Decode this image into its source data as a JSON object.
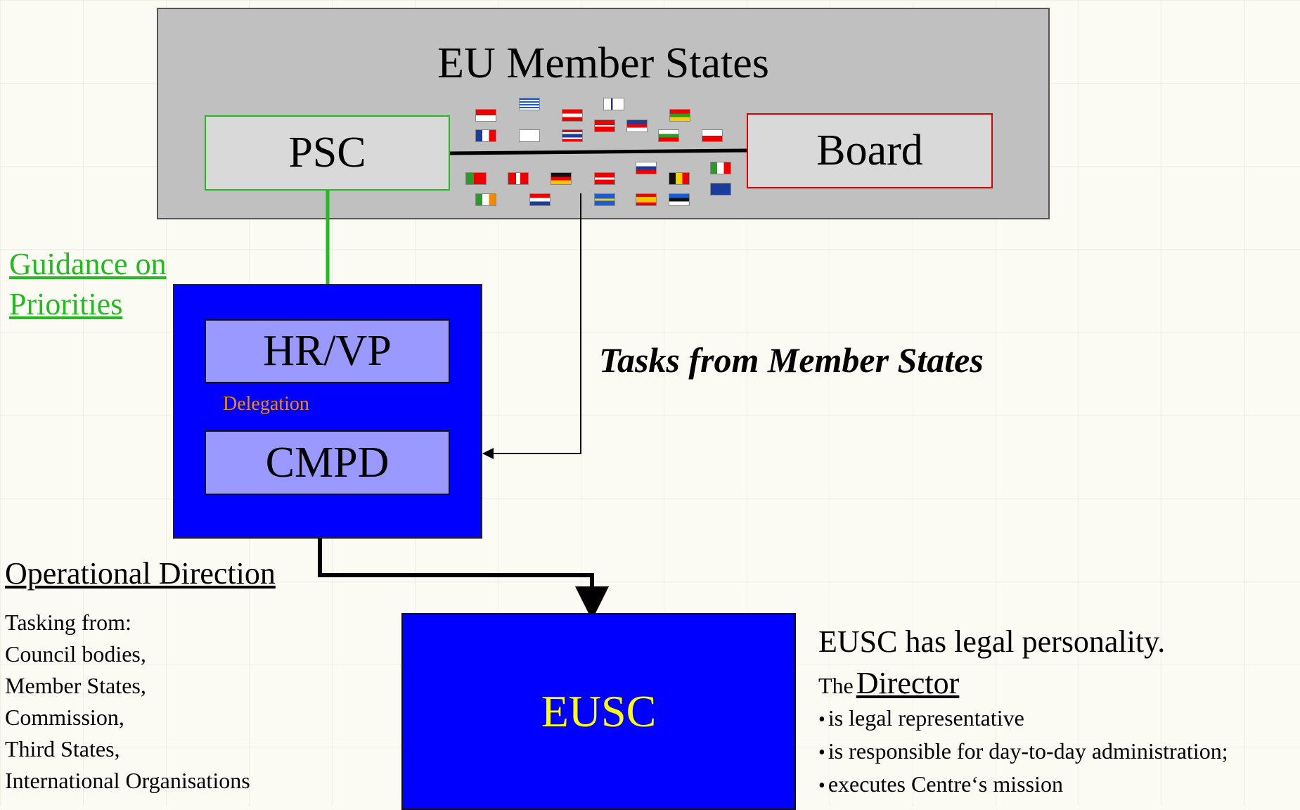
{
  "top_group": {
    "title": "EU Member States",
    "left_box": "PSC",
    "right_box": "Board"
  },
  "left_group": {
    "top_box": "HR/VP",
    "bottom_box": "CMPD",
    "arrow_label": "Delegation"
  },
  "guidance_label": "Guidance on Priorities",
  "tasks_label": "Tasks from Member States",
  "operational_direction": "Operational Direction",
  "tasking": {
    "heading": "Tasking from:",
    "items": [
      "Council bodies,",
      "Member States,",
      "Commission,",
      "Third States,",
      "International Organisations"
    ]
  },
  "eusc_box": "EUSC",
  "eusc_info": {
    "legal": "EUSC has legal personality.",
    "the": "The",
    "director": "Director",
    "bullets": [
      "is legal representative",
      "is responsible for day-to-day administration;",
      "executes Centre‘s mission"
    ]
  },
  "colors": {
    "guidance": "#22bb22",
    "delegation": "#f08a00",
    "eusc_text": "#ffff00",
    "blue_box": "#0000ff",
    "inner_box": "#9999ff",
    "board_border": "#e00000"
  }
}
